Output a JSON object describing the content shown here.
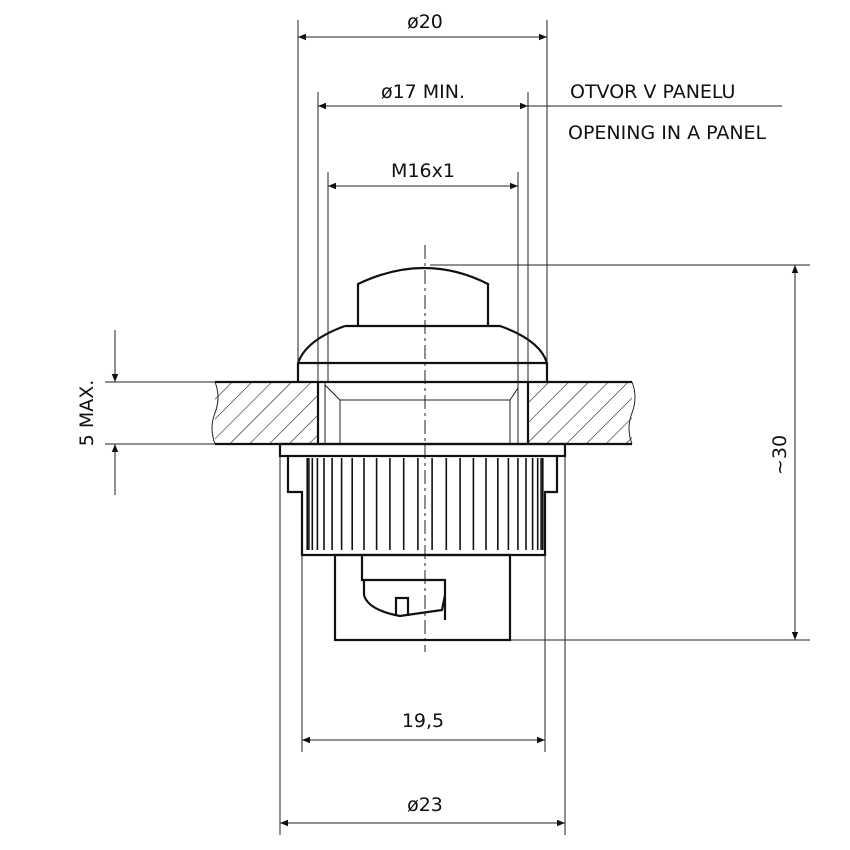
{
  "dimensions": {
    "outer_diameter_top": "ø20",
    "panel_opening": "ø17 MIN.",
    "thread": "M16x1",
    "height": "~30",
    "panel_thickness": "5 MAX.",
    "body_width": "19,5",
    "flange_diameter": "ø23"
  },
  "notes": {
    "czech": "OTVOR V PANELU",
    "english": "OPENING IN A PANEL"
  }
}
